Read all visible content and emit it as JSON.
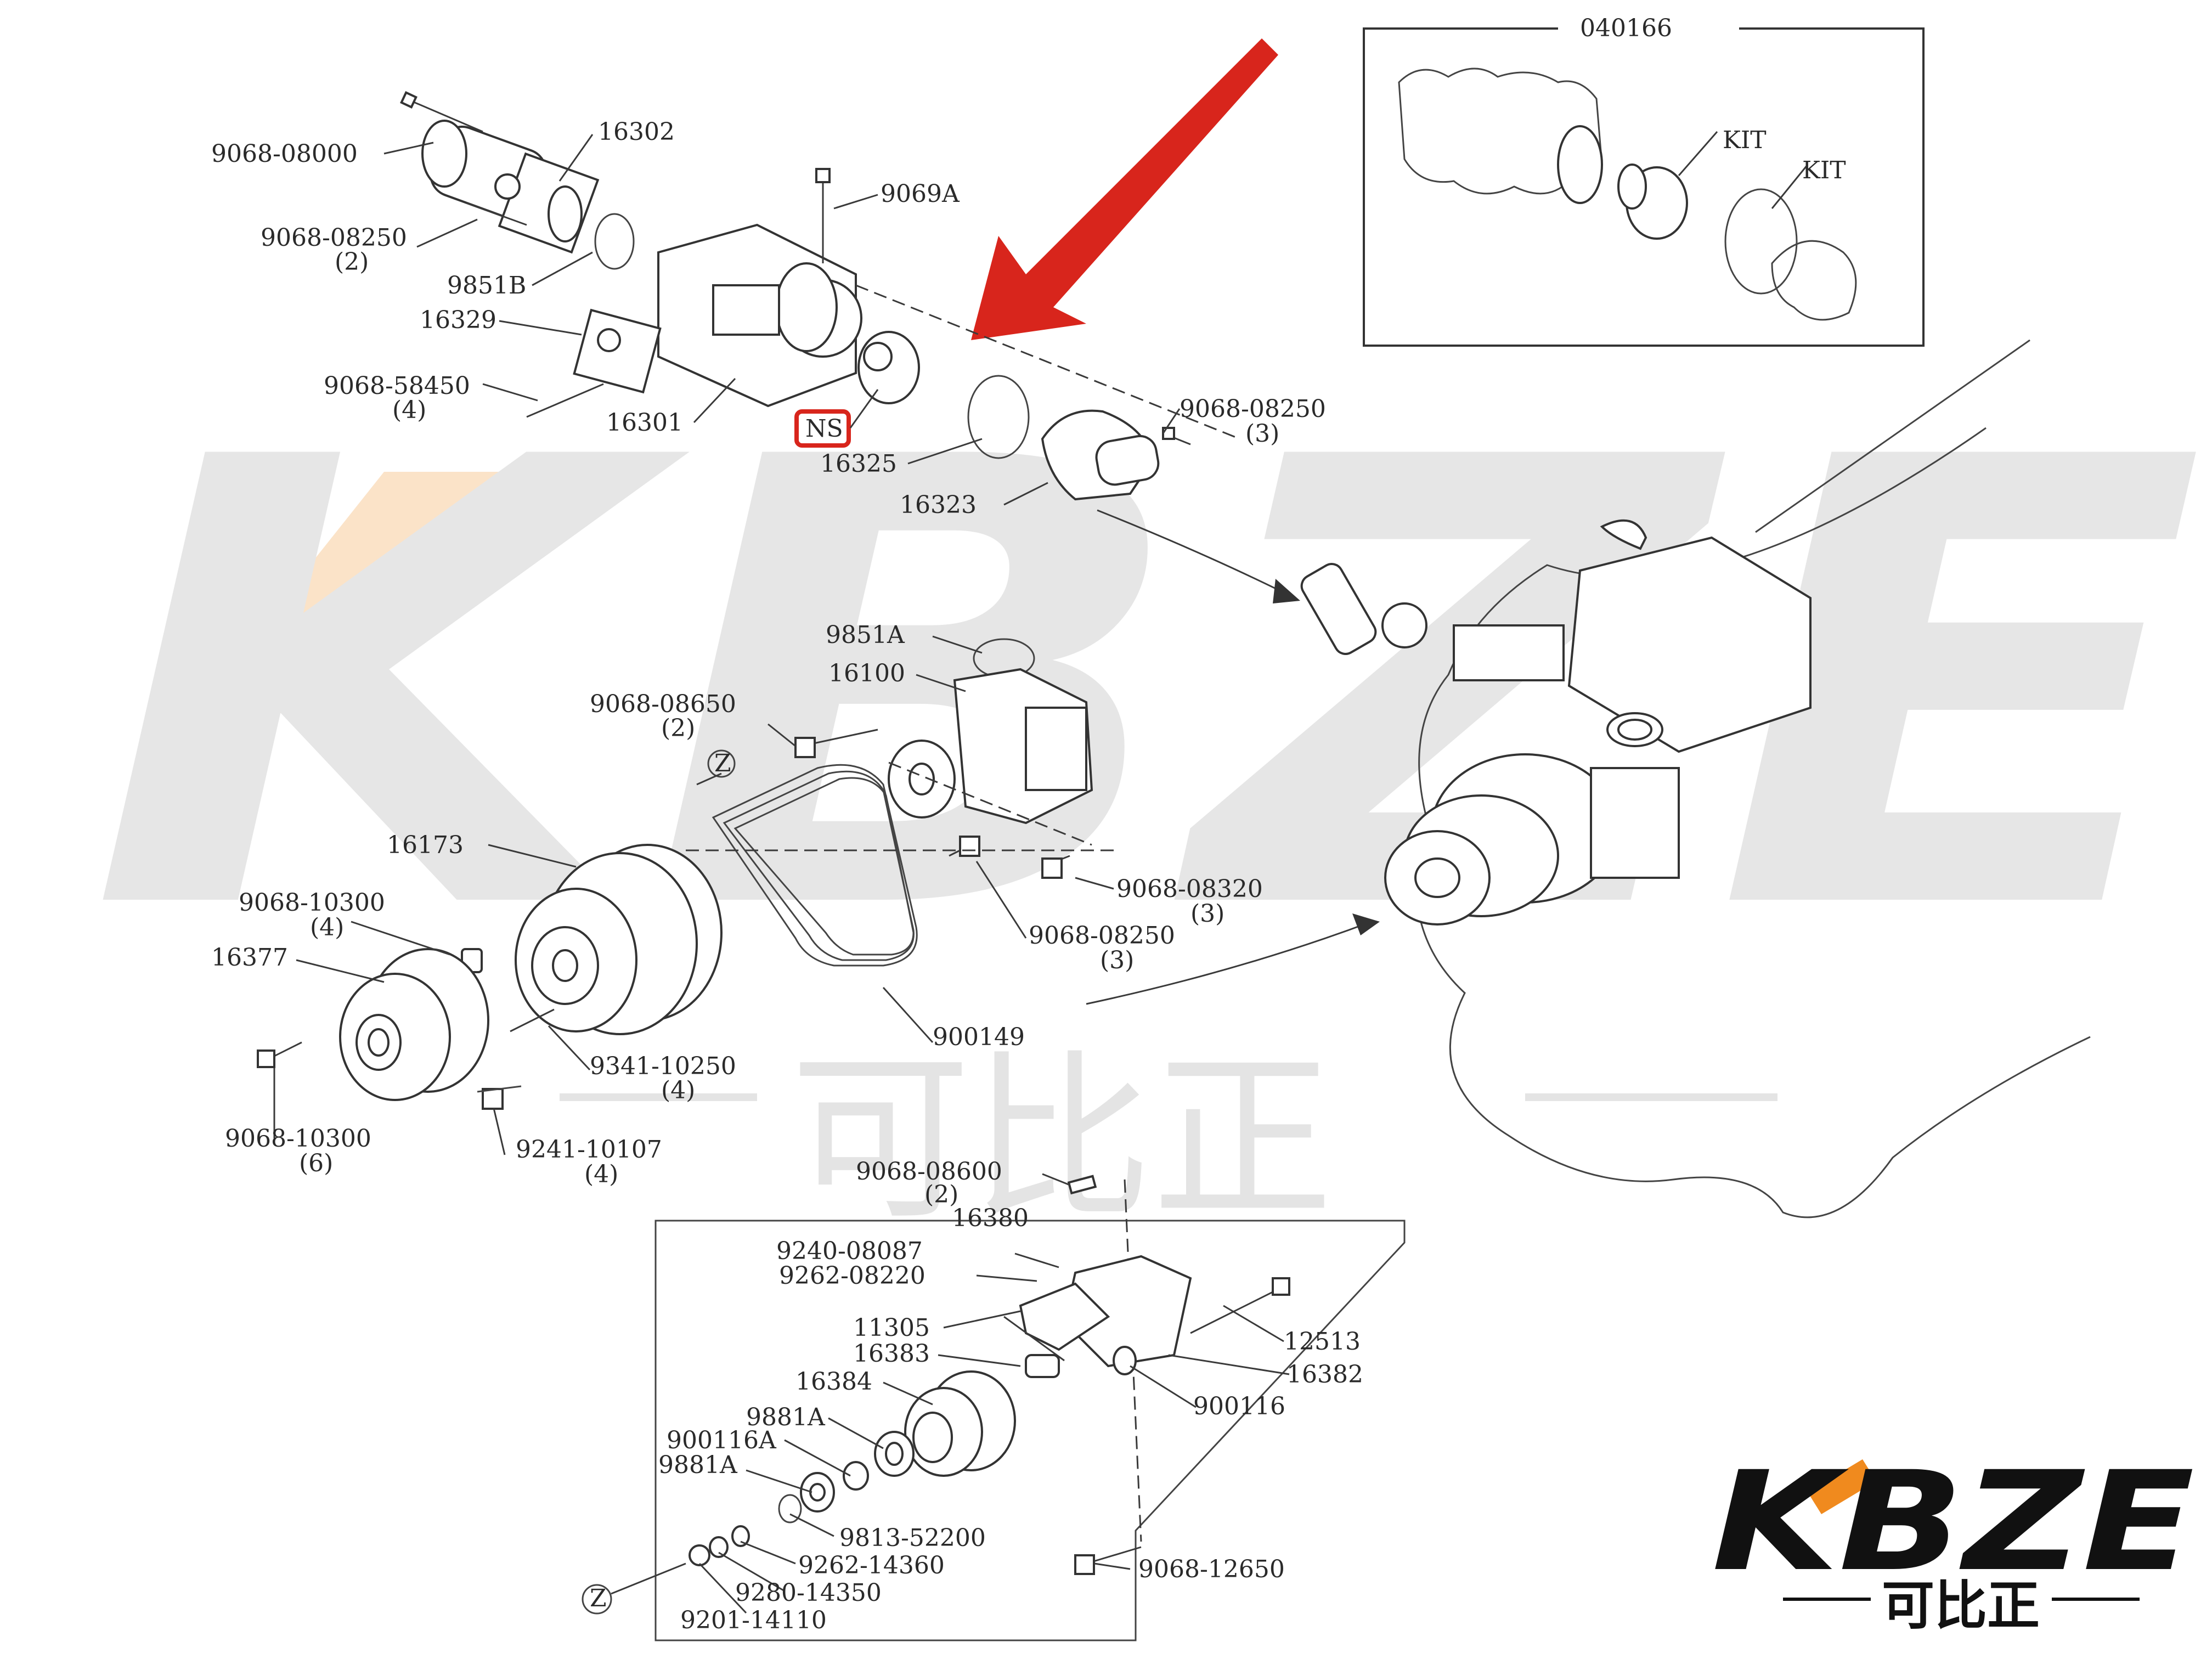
{
  "watermark": {
    "brand": "KBZE",
    "chinese": "可比正"
  },
  "logo": {
    "brand": "KBZE",
    "chinese": "可比正",
    "accent_color": "#f08a1e",
    "text_color": "#111111"
  },
  "highlight_color": "#d8251c",
  "inset": {
    "title": "040166",
    "kit_label_1": "KIT",
    "kit_label_2": "KIT"
  },
  "labels": {
    "l_9068_08000": "9068-08000",
    "l_16302": "16302",
    "l_9068_08250_a": "9068-08250",
    "l_qty_2a": "(2)",
    "l_9851B": "9851B",
    "l_16329": "16329",
    "l_9068_58450": "9068-58450",
    "l_qty_4a": "(4)",
    "l_16301": "16301",
    "l_9069A": "9069A",
    "l_NS": "NS",
    "l_16325": "16325",
    "l_9068_08250_b": "9068-08250",
    "l_qty_3a": "(3)",
    "l_16323": "16323",
    "l_9851A": "9851A",
    "l_16100": "16100",
    "l_9068_08650": "9068-08650",
    "l_qty_2b": "(2)",
    "l_Z1": "Z",
    "l_16173": "16173",
    "l_9068_10300_a": "9068-10300",
    "l_qty_4b": "(4)",
    "l_16377": "16377",
    "l_9068_08320": "9068-08320",
    "l_qty_3b": "(3)",
    "l_9068_08250_c": "9068-08250",
    "l_qty_3c": "(3)",
    "l_900149": "900149",
    "l_9341_10250": "9341-10250",
    "l_qty_4c": "(4)",
    "l_9068_10300_b": "9068-10300",
    "l_qty_6": "(6)",
    "l_9241_10107": "9241-10107",
    "l_qty_4d": "(4)",
    "l_9068_08600": "9068-08600",
    "l_qty_2c": "(2)",
    "l_16380": "16380",
    "l_9240_08087": "9240-08087",
    "l_9262_08220": "9262-08220",
    "l_11305": "11305",
    "l_16383": "16383",
    "l_16384": "16384",
    "l_12513": "12513",
    "l_16382": "16382",
    "l_9881A_a": "9881A",
    "l_900116A": "900116A",
    "l_9881A_b": "9881A",
    "l_900116": "900116",
    "l_9813_52200": "9813-52200",
    "l_9262_14360": "9262-14360",
    "l_9280_14350": "9280-14350",
    "l_9201_14110": "9201-14110",
    "l_9068_12650": "9068-12650",
    "l_Z2": "Z"
  }
}
